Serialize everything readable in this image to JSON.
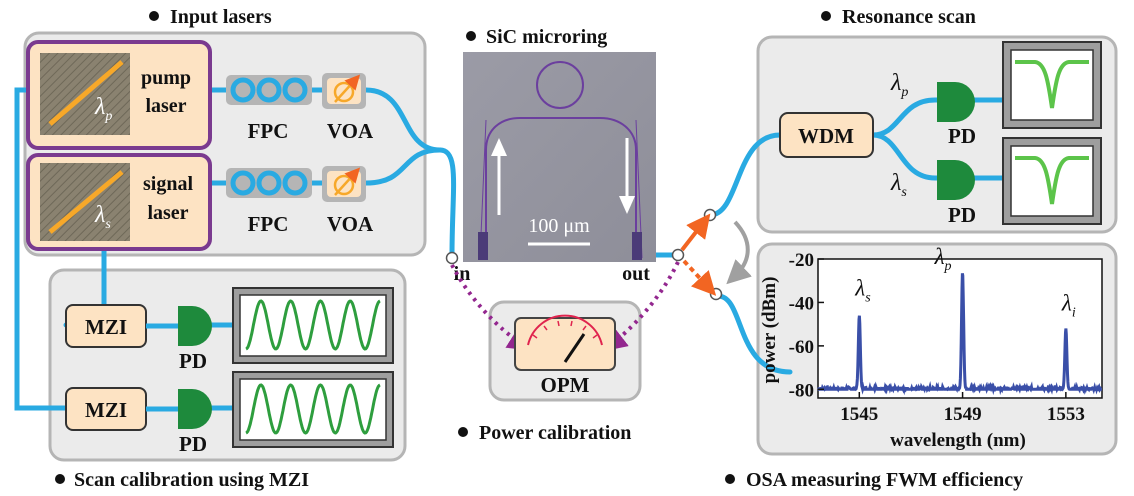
{
  "section_titles": {
    "input_lasers": "Input lasers",
    "sic_microring": "SiC microring",
    "resonance_scan": "Resonance scan",
    "power_calibration": "Power calibration",
    "scan_calibration": "Scan calibration using MZI",
    "osa": "OSA measuring FWM efficiency"
  },
  "lasers": {
    "pump": {
      "line1": "pump",
      "line2": "laser",
      "symbol": "λ",
      "sub": "p"
    },
    "signal": {
      "line1": "signal",
      "line2": "laser",
      "symbol": "λ",
      "sub": "s"
    }
  },
  "components": {
    "fpc": "FPC",
    "voa": "VOA",
    "wdm": "WDM",
    "mzi": "MZI",
    "pd": "PD",
    "opm": "OPM"
  },
  "microring": {
    "scale_bar": "100 μm",
    "in_label": "in",
    "out_label": "out"
  },
  "wdm_outputs": {
    "top": {
      "symbol": "λ",
      "sub": "p"
    },
    "bottom": {
      "symbol": "λ",
      "sub": "s"
    }
  },
  "chart_data": {
    "type": "line",
    "xlabel": "wavelength (nm)",
    "ylabel": "power (dBm)",
    "xlim": [
      1543.4,
      1554.4
    ],
    "ylim": [
      -84,
      -20
    ],
    "xticks": [
      1545,
      1549,
      1553
    ],
    "yticks": [
      -20,
      -40,
      -60,
      -80
    ],
    "noise_floor": -80,
    "peaks": [
      {
        "x": 1545.0,
        "y": -46,
        "label": "λ",
        "sub": "s"
      },
      {
        "x": 1549.0,
        "y": -26,
        "label": "λ",
        "sub": "p"
      },
      {
        "x": 1553.0,
        "y": -52,
        "label": "λ",
        "sub": "i"
      }
    ],
    "color": "#3a4fa8"
  },
  "colors": {
    "panel_bg": "#ebebeb",
    "panel_border": "#b5b5b5",
    "box_fill": "#fde3c3",
    "laser_border": "#7a3a8f",
    "fiber": "#29aae2",
    "pd_green": "#1e8a3c",
    "scope_trace": "#5cc44a",
    "orange_arrow": "#f26522",
    "purple_dotted": "#93278f"
  }
}
